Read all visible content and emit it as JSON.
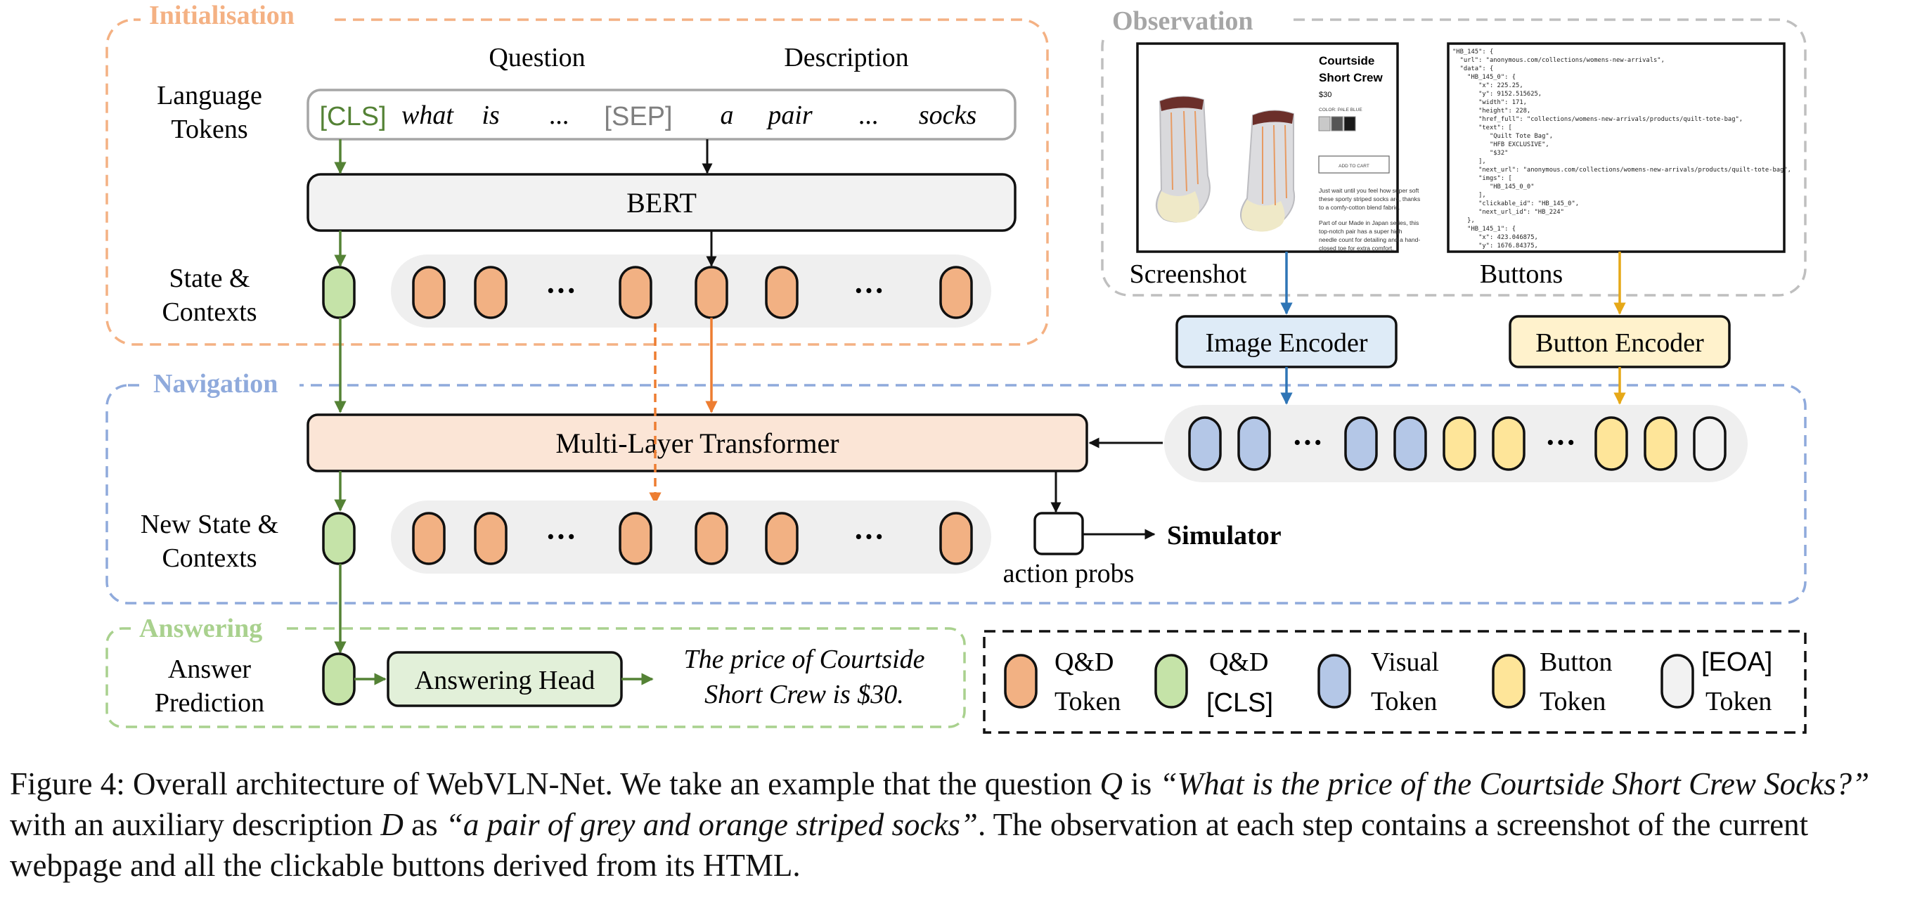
{
  "sections": {
    "initialisation": "Initialisation",
    "observation": "Observation",
    "navigation": "Navigation",
    "answering": "Answering"
  },
  "initialisation": {
    "question_label": "Question",
    "description_label": "Description",
    "language_tokens_line1": "Language",
    "language_tokens_line2": "Tokens",
    "tokens": [
      "[CLS]",
      "what",
      "is",
      "...",
      "[SEP]",
      "a",
      "pair",
      "...",
      "socks"
    ],
    "bert_label": "BERT",
    "state_line1": "State &",
    "state_line2": "Contexts",
    "dots": "···"
  },
  "observation": {
    "screenshot_label": "Screenshot",
    "buttons_label": "Buttons",
    "product": {
      "title_line1": "Courtside",
      "title_line2": "Short Crew",
      "price": "$30",
      "color_label": "COLOR: PALE BLUE",
      "add_to_cart": "ADD TO CART",
      "desc_lines": [
        "Just wait until you feel how super soft",
        "these sporty striped socks are, thanks",
        "to a comfy-cotton blend fabric.",
        "",
        "Part of our Made in Japan series, this",
        "top-notch pair has a super high",
        "needle count for detailing and a hand-",
        "closed toe for extra comfort."
      ]
    },
    "json_lines": [
      "\"HB_145\": {",
      "  \"url\": \"anonymous.com/collections/womens-new-arrivals\",",
      "  \"data\": {",
      "    \"HB_145_0\": {",
      "       \"x\": 225.25,",
      "       \"y\": 9152.515625,",
      "       \"width\": 171,",
      "       \"height\": 228,",
      "       \"href_full\": \"collections/womens-new-arrivals/products/quilt-tote-bag\",",
      "       \"text\": [",
      "          \"Quilt Tote Bag\",",
      "          \"HFB EXCLUSIVE\",",
      "          \"$32\"",
      "       ],",
      "       \"next_url\": \"anonymous.com/collections/womens-new-arrivals/products/quilt-tote-bag\",",
      "       \"imgs\": [",
      "          \"HB_145_0_0\"",
      "       ],",
      "       \"clickable_id\": \"HB_145_0\",",
      "       \"next_url_id\": \"HB_224\"",
      "    },",
      "    \"HB_145_1\": {",
      "       \"x\": 423.046875,",
      "       \"y\": 1676.84375,"
    ]
  },
  "encoders": {
    "image": "Image Encoder",
    "button": "Button Encoder"
  },
  "navigation": {
    "transformer_label": "Multi-Layer Transformer",
    "new_state_line1": "New State &",
    "new_state_line2": "Contexts",
    "action_probs": "action probs",
    "simulator": "Simulator"
  },
  "answering": {
    "answer_line1": "Answer",
    "answer_line2": "Prediction",
    "head_label": "Answering Head",
    "output_line1": "The price of Courtside",
    "output_line2": "Short Crew is $30."
  },
  "legend": [
    {
      "line1": "Q&D",
      "line2": "Token",
      "color": "#f2b183"
    },
    {
      "line1": "Q&D",
      "line2": "[CLS]",
      "color": "#c5e3a8"
    },
    {
      "line1": "Visual",
      "line2": "Token",
      "color": "#b4c7e7"
    },
    {
      "line1": "Button",
      "line2": "Token",
      "color": "#fee599"
    },
    {
      "line1": "[EOA]",
      "line2": "Token",
      "color": "#f2f2f2"
    }
  ],
  "colors": {
    "orange_token": "#f2b183",
    "green_token": "#c5e3a8",
    "blue_token": "#b4c7e7",
    "yellow_token": "#fee599",
    "eoa_token": "#f2f2f2",
    "init_border": "#f4b183",
    "nav_border": "#8faadc",
    "answer_border": "#a9d18e",
    "obs_border": "#bfbfbf",
    "green_arrow": "#548235",
    "orange_arrow": "#ed7d31",
    "blue_arrow": "#2e75b6",
    "gold_arrow": "#e6a817"
  },
  "caption": {
    "prefix": "Figure 4: Overall architecture of WebVLN-Net. We take an example that the question ",
    "q_symbol": "Q",
    "mid1": " is ",
    "question_quote": "“What is the price of the Courtside Short Crew Socks?”",
    "mid2": " with an auxiliary description ",
    "d_symbol": "D",
    "mid3": " as ",
    "description_quote": "“a pair of grey and orange striped socks”",
    "suffix": ". The observation at each step contains a screenshot of the current webpage and all the clickable buttons derived from its HTML."
  }
}
